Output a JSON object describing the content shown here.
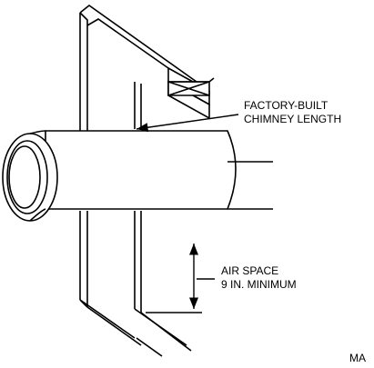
{
  "labels": {
    "chimney_line1": "FACTORY-BUILT",
    "chimney_line2": "CHIMNEY LENGTH",
    "air_line1": "AIR SPACE",
    "air_line2": "9 IN. MINIMUM",
    "corner_code": "MA"
  },
  "colors": {
    "line": "#000000",
    "background": "#ffffff"
  }
}
